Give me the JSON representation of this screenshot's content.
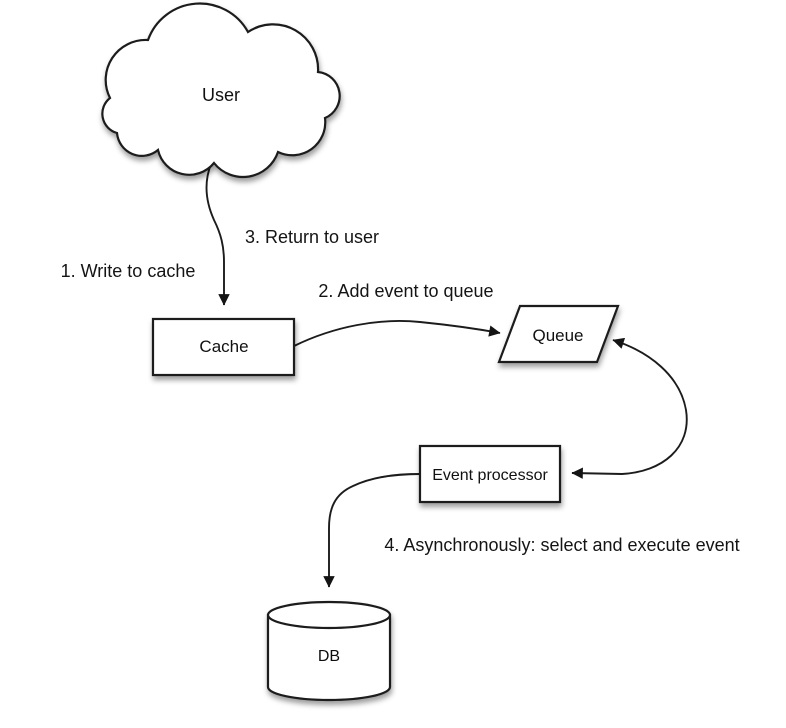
{
  "diagram": {
    "nodes": {
      "user": {
        "label": "User",
        "shape": "cloud"
      },
      "cache": {
        "label": "Cache",
        "shape": "rectangle"
      },
      "queue": {
        "label": "Queue",
        "shape": "parallelogram"
      },
      "event_processor": {
        "label": "Event processor",
        "shape": "rectangle"
      },
      "db": {
        "label": "DB",
        "shape": "cylinder"
      }
    },
    "edges": {
      "write_to_cache": {
        "label": "1. Write to cache",
        "from": "user",
        "to": "cache"
      },
      "add_event_to_queue": {
        "label": "2. Add event to queue",
        "from": "cache",
        "to": "queue"
      },
      "return_to_user": {
        "label": "3. Return to user",
        "from": "cache",
        "to": "user"
      },
      "queue_processor_link": {
        "label": "",
        "from": "queue",
        "to": "event_processor",
        "bidirectional": true
      },
      "async_execute": {
        "label": "4. Asynchronously: select and execute event",
        "from": "event_processor",
        "to": "db"
      }
    },
    "colors": {
      "background": "#ffffff",
      "shape_fill": "#ffffff",
      "stroke": "#1c1c1c",
      "text": "#111111"
    }
  }
}
